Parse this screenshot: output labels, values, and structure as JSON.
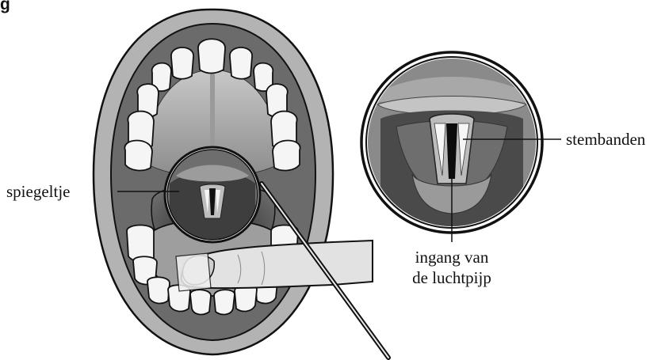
{
  "figure": {
    "title": "g",
    "labels": {
      "mirror": "spiegeltje",
      "vocal_cords": "stembanden",
      "trachea_line1": "ingang van",
      "trachea_line2": "de luchtpijp"
    }
  },
  "colors": {
    "outline": "#111111",
    "lip": "#a9a9a9",
    "mouth_dark": "#5a5a5a",
    "throat": "#3a3a3a",
    "teeth": "#f4f4f4",
    "tongue": "#9a9a9a",
    "finger": "#dcdcdc"
  }
}
